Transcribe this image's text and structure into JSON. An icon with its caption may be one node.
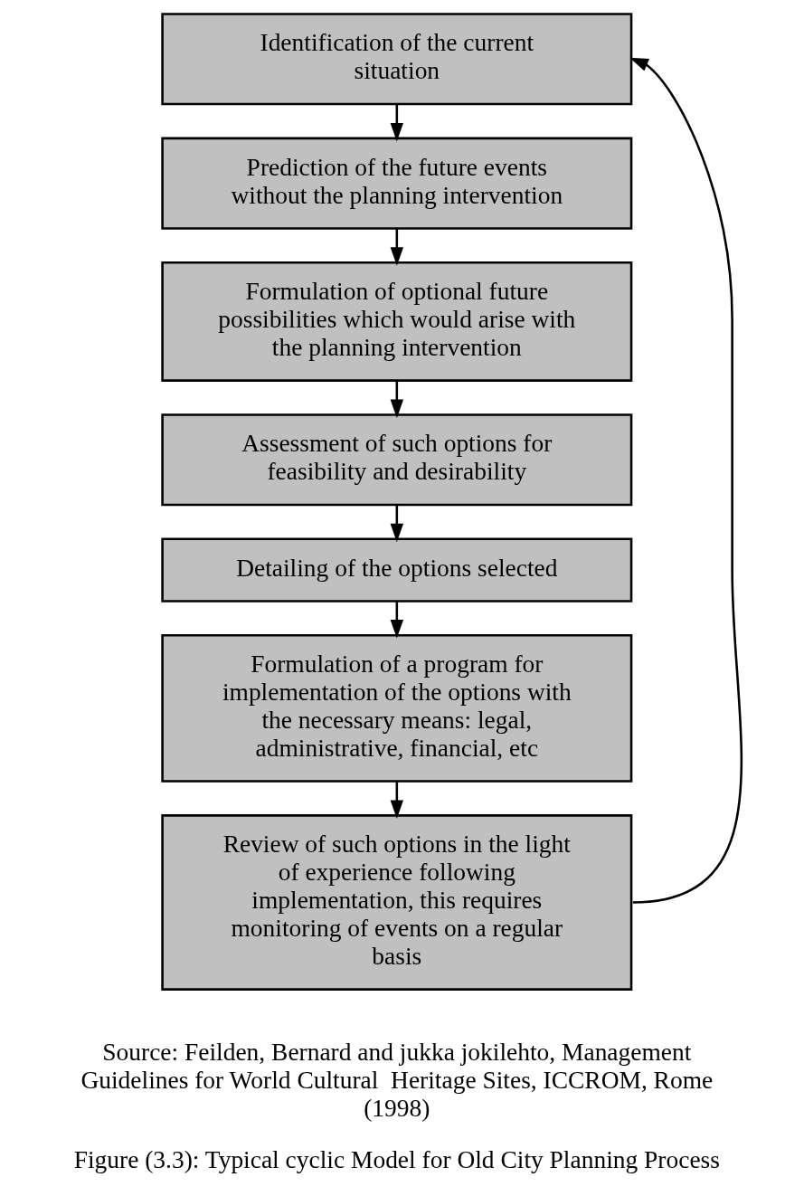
{
  "diagram": {
    "caption": "Figure (3.3): Typical cyclic Model for Old City Planning Process",
    "nodes": [
      {
        "text": [
          "Identification of the current situation"
        ]
      },
      {
        "text": [
          "Prediction of the future events without the planning intervention"
        ]
      },
      {
        "text": [
          "Formulation of optional future possibilities which would arise with the planning intervention"
        ]
      },
      {
        "text": [
          "Assessment of such options for feasibility and desirability"
        ]
      },
      {
        "text": [
          "Detailing of the options selected"
        ]
      },
      {
        "text": [
          "Formulation of a program for implementation of the options with the necessary means: legal, administrative, financial, etc"
        ]
      },
      {
        "text": [
          "Review of such options in the light of experience following implementation, this requires monitoring of events on a regular basis"
        ]
      }
    ],
    "edges": [
      {
        "from": 0,
        "to": 1,
        "arrow": "to"
      },
      {
        "from": 1,
        "to": 2,
        "arrow": "to"
      },
      {
        "from": 2,
        "to": 3,
        "arrow": "to"
      },
      {
        "from": 3,
        "to": 4,
        "arrow": "to"
      },
      {
        "from": 4,
        "to": 5,
        "arrow": "to"
      },
      {
        "from": 5,
        "to": 6,
        "arrow": "to"
      },
      {
        "from": 6,
        "to": 0,
        "arrow": "to"
      }
    ],
    "labels": [
      "Source: Feilden, Bernard and jukka jokilehto, Management Guidelines for World Cultural  Heritage Sites, ICCROM, Rome (1998)"
    ]
  }
}
